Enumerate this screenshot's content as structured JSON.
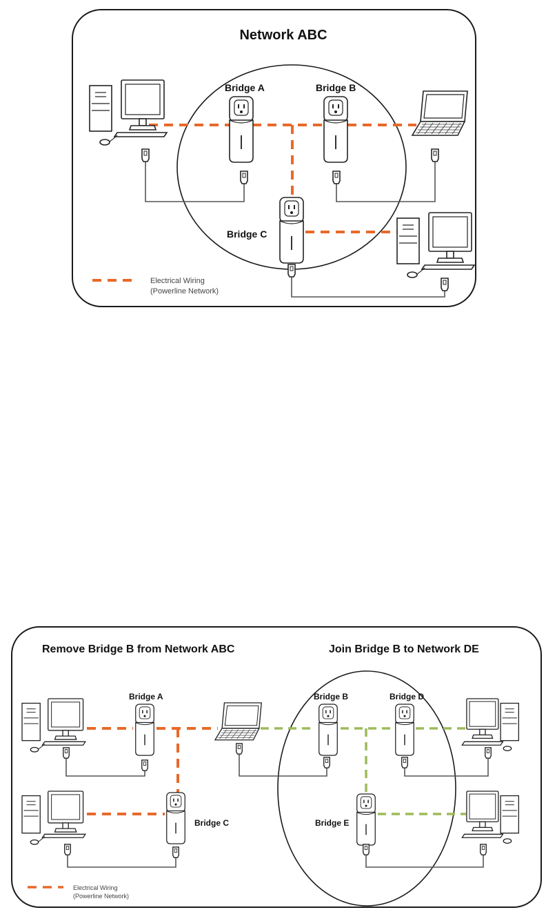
{
  "colors": {
    "electrical_wiring": "#e8692a",
    "network_de_wiring": "#9dbb5a",
    "ethernet_cable": "#555555",
    "outline": "#1a1a1a"
  },
  "top_diagram": {
    "title": "Network ABC",
    "bridges": [
      "Bridge A",
      "Bridge B",
      "Bridge C"
    ],
    "legend": {
      "line1": "Electrical Wiring",
      "line2": "(Powerline Network)"
    },
    "devices": [
      "desktop-computer-icon",
      "laptop-icon",
      "desktop-computer-icon"
    ]
  },
  "bottom_diagram": {
    "title_left": "Remove Bridge B from Network ABC",
    "title_right": "Join Bridge B to Network DE",
    "bridges_left": [
      "Bridge A",
      "Bridge C"
    ],
    "bridges_right": [
      "Bridge B",
      "Bridge D",
      "Bridge E"
    ],
    "legend": {
      "line1": "Electrical Wiring",
      "line2": "(Powerline Network)"
    },
    "devices": [
      "desktop-computer-icon",
      "desktop-computer-icon",
      "laptop-icon",
      "desktop-computer-icon",
      "desktop-computer-icon"
    ]
  }
}
